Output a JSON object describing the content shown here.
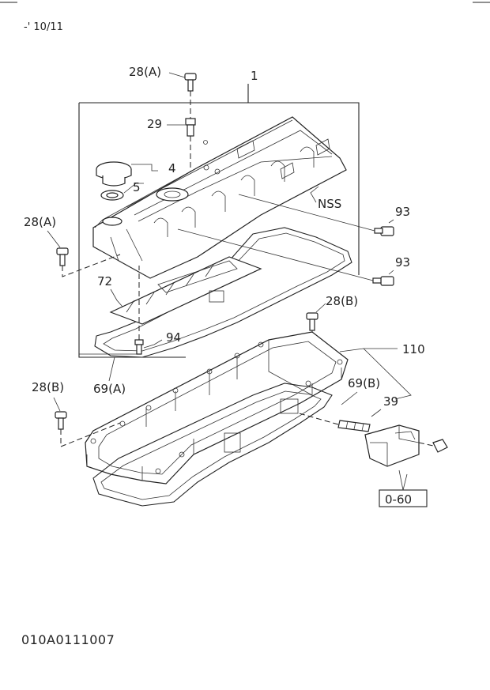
{
  "header": {
    "revision": "-' 10/11"
  },
  "labels": {
    "l1": "1",
    "l28a_top": "28(A)",
    "l29": "29",
    "l4": "4",
    "l5": "5",
    "lnss": "NSS",
    "l28a_left": "28(A)",
    "l93_a": "93",
    "l93_b": "93",
    "l72": "72",
    "l28b_right": "28(B)",
    "l94": "94",
    "l110": "110",
    "l69a": "69(A)",
    "l69b": "69(B)",
    "l28b_left": "28(B)",
    "l39": "39",
    "l060": "0-60"
  },
  "footer": {
    "code": "010A0111007"
  }
}
